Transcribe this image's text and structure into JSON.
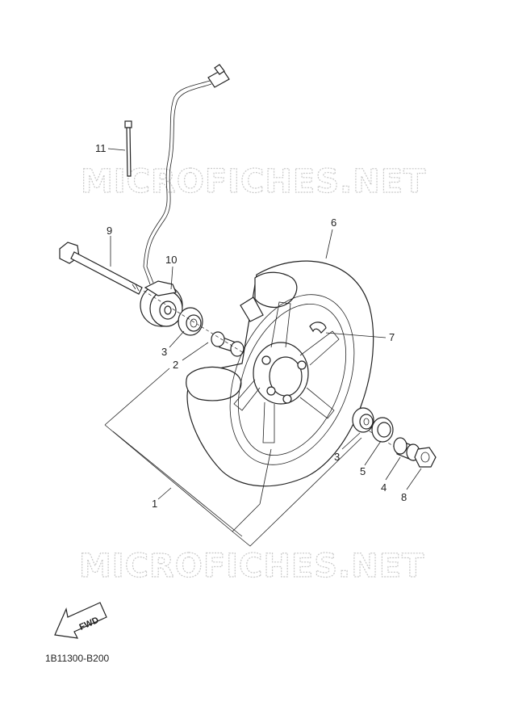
{
  "watermark": "MICROFICHES.NET",
  "reference_code": "1B11300-B200",
  "fwd_label": "FWD",
  "callouts": {
    "c1": "1",
    "c2": "2",
    "c3a": "3",
    "c3b": "3",
    "c4": "4",
    "c5": "5",
    "c6": "6",
    "c7": "7",
    "c8": "8",
    "c9": "9",
    "c10": "10",
    "c11": "11"
  }
}
